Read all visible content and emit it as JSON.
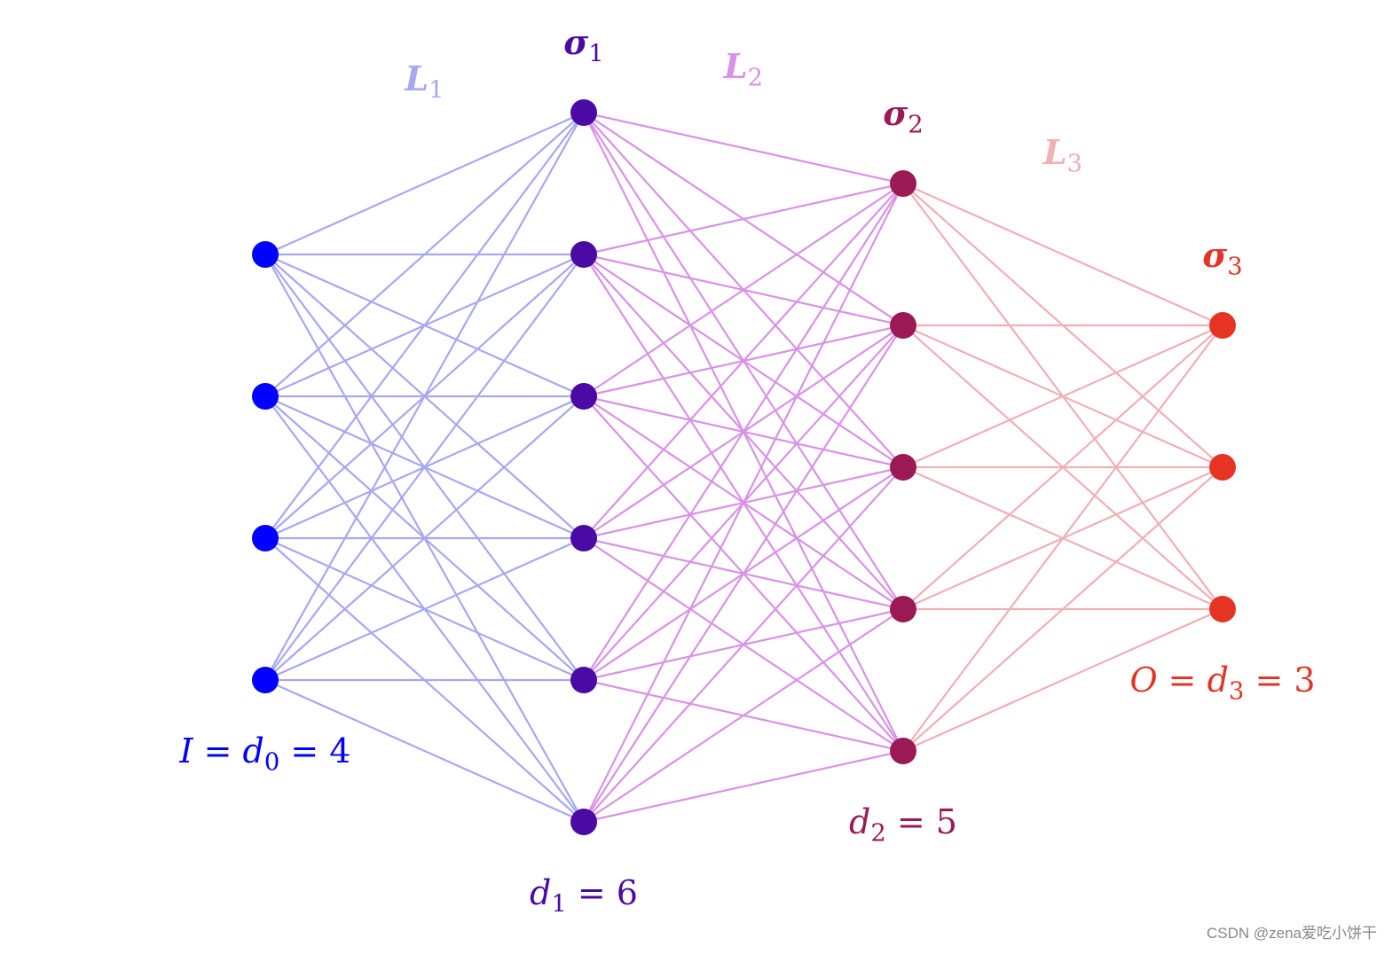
{
  "layers": [
    {
      "nodes": 4,
      "color": "#0000ff",
      "activation": {
        "symbol": "",
        "subscript": ""
      },
      "size_label": {
        "main": "I = d",
        "sub": "0",
        "tail": " = 4"
      }
    },
    {
      "nodes": 6,
      "color": "#4b0aa3",
      "activation": {
        "symbol": "σ",
        "subscript": "1"
      },
      "size_label": {
        "main": "d",
        "sub": "1",
        "tail": " = 6"
      }
    },
    {
      "nodes": 5,
      "color": "#9b1a55",
      "activation": {
        "symbol": "σ",
        "subscript": "2"
      },
      "size_label": {
        "main": "d",
        "sub": "2",
        "tail": " = 5"
      }
    },
    {
      "nodes": 3,
      "color": "#e53424",
      "activation": {
        "symbol": "σ",
        "subscript": "3"
      },
      "size_label": {
        "main": "O = d",
        "sub": "3",
        "tail": " = 3"
      }
    }
  ],
  "connections": [
    {
      "label": {
        "main": "L",
        "sub": "1"
      },
      "color": "#a6a8f2"
    },
    {
      "label": {
        "main": "L",
        "sub": "2"
      },
      "color": "#d892e6"
    },
    {
      "label": {
        "main": "L",
        "sub": "3"
      },
      "color": "#f0b0b4"
    }
  ],
  "watermark": "CSDN @zena爱吃小饼干"
}
